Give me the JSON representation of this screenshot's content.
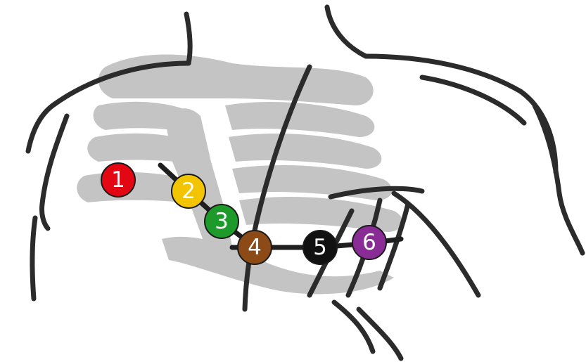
{
  "electrodes": [
    {
      "label": "1",
      "color": "#e30613"
    },
    {
      "label": "2",
      "color": "#f2c500"
    },
    {
      "label": "3",
      "color": "#1e9a2b"
    },
    {
      "label": "4",
      "color": "#8b4a16"
    },
    {
      "label": "5",
      "color": "#111111"
    },
    {
      "label": "6",
      "color": "#8a2c96"
    }
  ],
  "colors": {
    "outline": "#2b2b2b",
    "ribcage": "#c4c4c4",
    "background": "#ffffff"
  }
}
